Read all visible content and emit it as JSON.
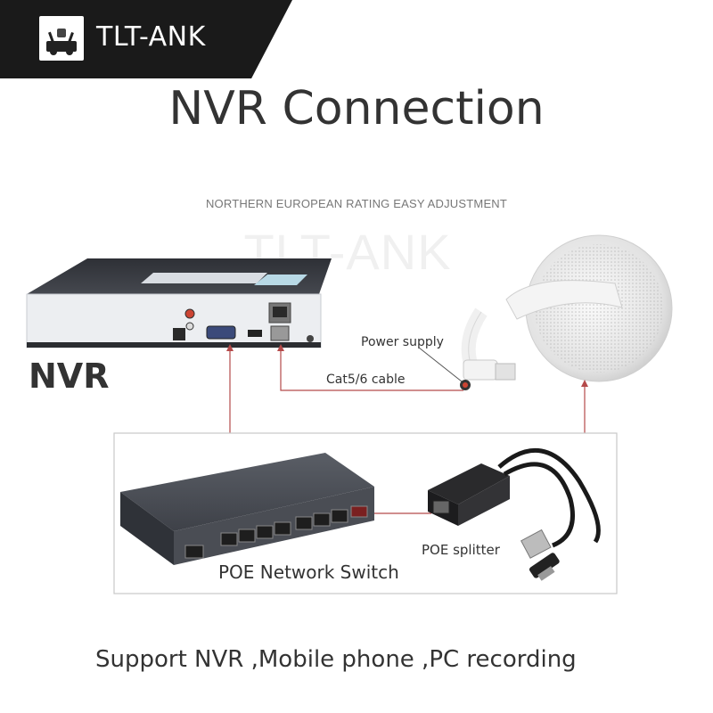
{
  "brand": {
    "name": "TLT-ANK"
  },
  "title": "NVR Connection",
  "tagline": "NORTHERN EUROPEAN RATING EASY ADJUSTMENT",
  "watermark": "TLT-ANK",
  "devices": {
    "nvr": "NVR",
    "switch": "POE Network Switch",
    "splitter": "POE splitter"
  },
  "connections": {
    "power": "Power supply",
    "cable": "Cat5/6 cable"
  },
  "caption": "Support NVR ,Mobile phone ,PC recording",
  "colors": {
    "wire": "#b54a4a",
    "brand_bar": "#1a1a1a",
    "device_dark": "#3c3f45"
  }
}
